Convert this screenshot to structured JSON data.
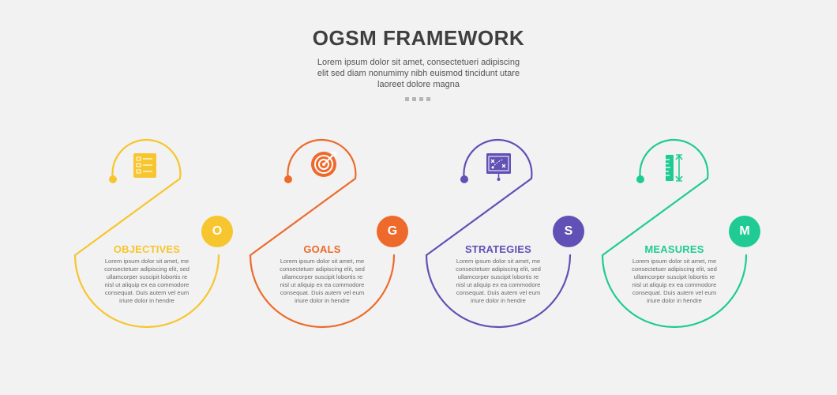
{
  "header": {
    "title": "OGSM FRAMEWORK",
    "subtitle_lines": [
      "Lorem ipsum dolor sit amet, consectetueri adipiscing",
      "elit sed diam nonumimy nibh euismod tincidunt utare",
      "laoreet dolore magna"
    ]
  },
  "items": [
    {
      "label": "OBJECTIVES",
      "letter": "O",
      "color": "#f7c52d",
      "icon": "checklist-icon",
      "desc_lines": [
        "Lorem ipsum dolor sit amet, me",
        "consectetuer adipiscing elit, sed",
        "ullamcorper suscipit lobortis  re",
        "nisl ut aliquip ex ea commodore",
        "consequat. Duis autem vel eum",
        "iriure dolor in hendre"
      ]
    },
    {
      "label": "GOALS",
      "letter": "G",
      "color": "#ee6a2b",
      "icon": "target-icon",
      "desc_lines": [
        "Lorem ipsum dolor sit amet, me",
        "consectetuer adipiscing elit, sed",
        "ullamcorper suscipit lobortis  re",
        "nisl ut aliquip ex ea commodore",
        "consequat. Duis autem vel eum",
        "iriure dolor in hendre"
      ]
    },
    {
      "label": "STRATEGIES",
      "letter": "S",
      "color": "#6150b5",
      "icon": "strategy-board-icon",
      "desc_lines": [
        "Lorem ipsum dolor sit amet, me",
        "consectetuer adipiscing elit, sed",
        "ullamcorper suscipit lobortis  re",
        "nisl ut aliquip ex ea commodore",
        "consequat. Duis autem vel eum",
        "iriure dolor in hendre"
      ]
    },
    {
      "label": "MEASURES",
      "letter": "M",
      "color": "#1fcb93",
      "icon": "ruler-measure-icon",
      "desc_lines": [
        "Lorem ipsum dolor sit amet, me",
        "consectetuer adipiscing elit, sed",
        "ullamcorper suscipit lobortis  re",
        "nisl ut aliquip ex ea commodore",
        "consequat. Duis autem vel eum",
        "iriure dolor in hendre"
      ]
    }
  ]
}
